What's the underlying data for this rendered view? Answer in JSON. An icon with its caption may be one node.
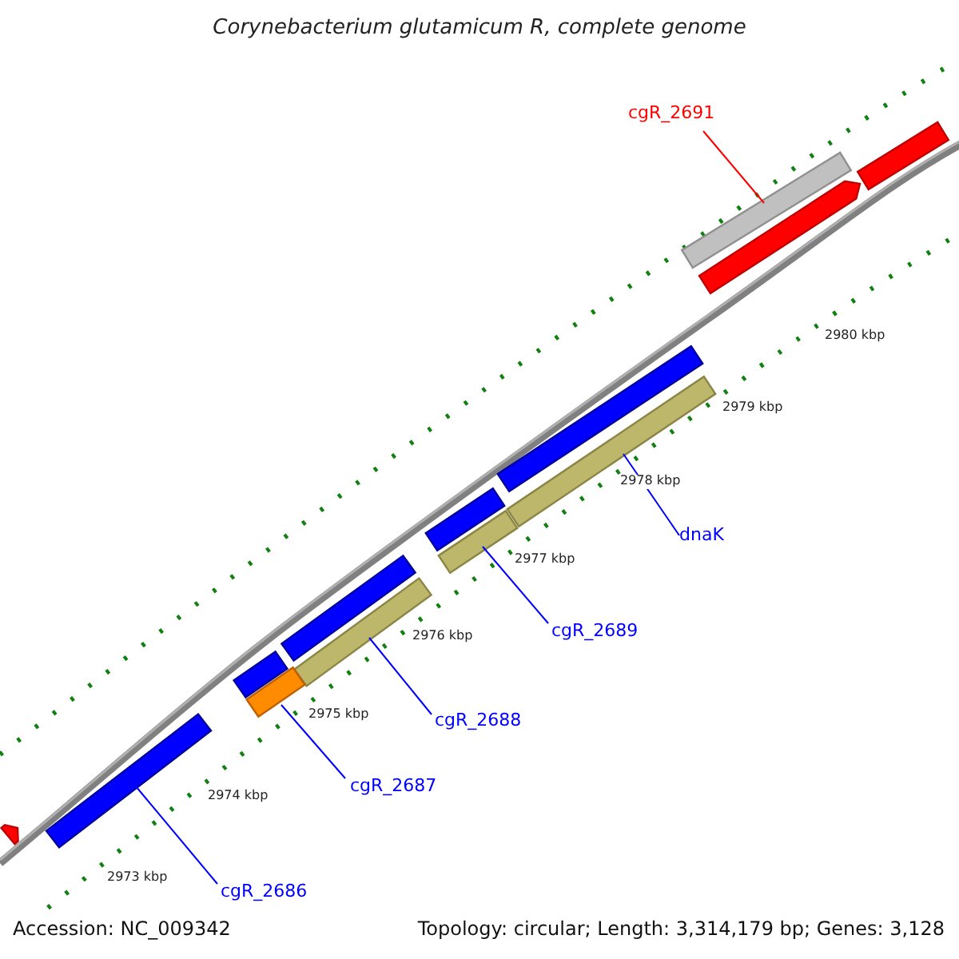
{
  "diagram": {
    "title": "Corynebacterium glutamicum R, complete genome",
    "nodes": [
      {
        "text": [
          "cgR_2691"
        ]
      },
      {
        "text": [],
        "shape": "bar"
      },
      {
        "text": [
          "dnaK"
        ]
      },
      {
        "text": [],
        "shape": "bar"
      },
      {
        "text": [
          "cgR_2689"
        ]
      },
      {
        "text": [],
        "shape": "bar"
      },
      {
        "text": [
          "cgR_2688"
        ]
      },
      {
        "text": [],
        "shape": "bar"
      },
      {
        "text": [
          "cgR_2687"
        ]
      },
      {
        "text": [],
        "shape": "bar"
      },
      {
        "text": [
          "cgR_2686"
        ]
      },
      {
        "text": [],
        "shape": "bar"
      },
      {
        "text": [],
        "shape": "bar"
      },
      {
        "text": [],
        "shape": "bar"
      },
      {
        "text": [],
        "shape": "bar"
      },
      {
        "text": [],
        "shape": "bar"
      },
      {
        "text": [],
        "shape": "bar"
      },
      {
        "text": [],
        "shape": "bar"
      },
      {
        "text": [],
        "shape": "bar"
      }
    ],
    "edges": [
      {
        "from": 0,
        "to": 1,
        "arrow": "none",
        "color": "#ff0000"
      },
      {
        "from": 2,
        "to": 3,
        "arrow": "none"
      },
      {
        "from": 4,
        "to": 5,
        "arrow": "none"
      },
      {
        "from": 6,
        "to": 7,
        "arrow": "none"
      },
      {
        "from": 8,
        "to": 9,
        "arrow": "none"
      },
      {
        "from": 10,
        "to": 11,
        "arrow": "none"
      }
    ],
    "labels": [
      "2980 kbp",
      "2979 kbp",
      "2978 kbp",
      "2977 kbp",
      "2976 kbp",
      "2975 kbp",
      "2974 kbp",
      "2973 kbp",
      "Accession: NC_009342",
      "Topology: circular; Length: 3,314,179 bp; Genes: 3,128"
    ]
  }
}
